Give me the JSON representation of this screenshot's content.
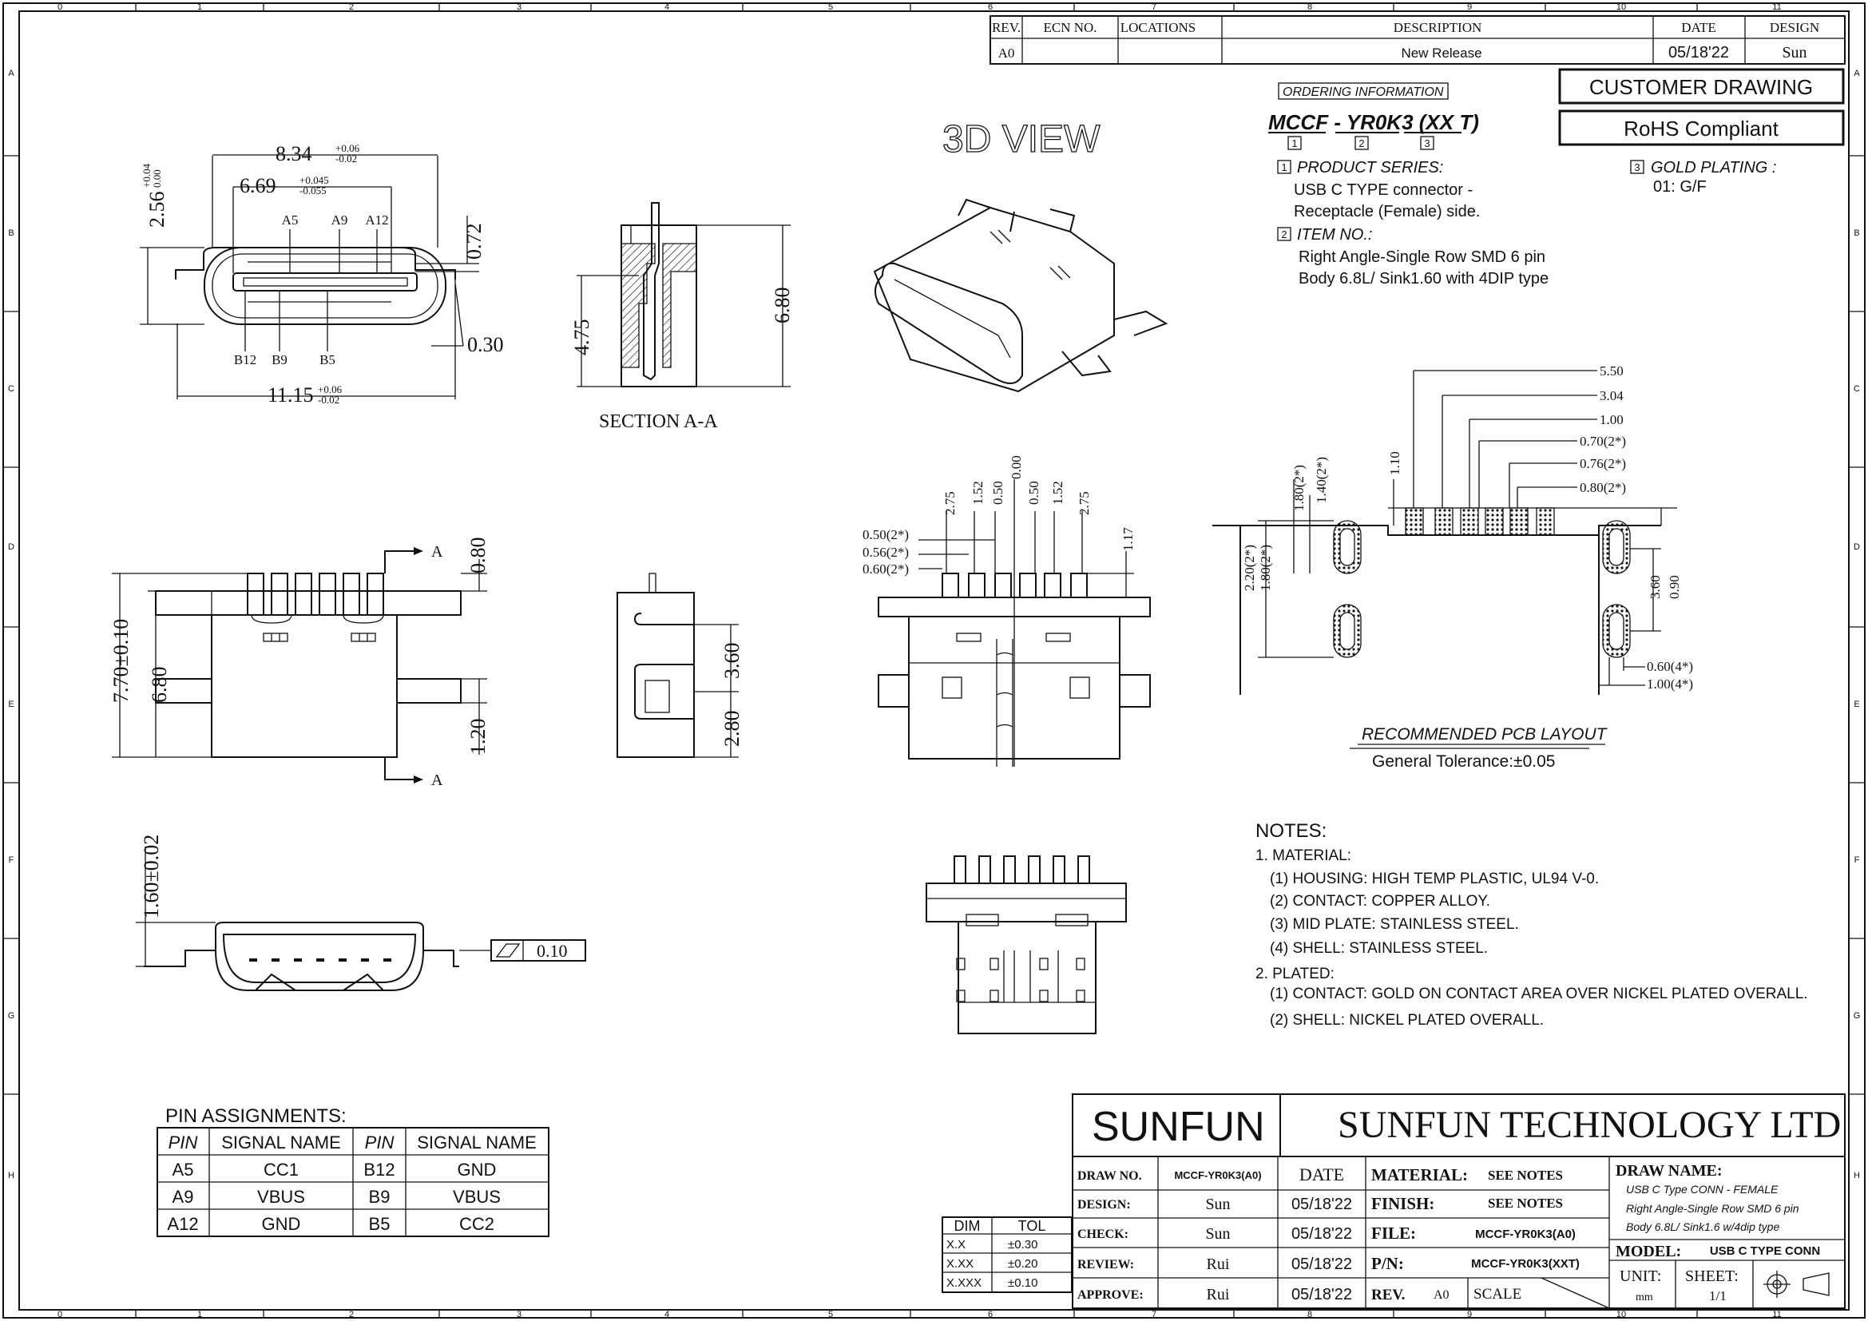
{
  "border": {
    "columns": [
      "0",
      "1",
      "2",
      "3",
      "4",
      "5",
      "6",
      "7",
      "8",
      "9",
      "10",
      "11"
    ],
    "rows": [
      "A",
      "B",
      "C",
      "D",
      "E",
      "F",
      "G",
      "H"
    ]
  },
  "revision_table": {
    "headers": [
      "REV.",
      "ECN NO.",
      "LOCATIONS",
      "DESCRIPTION",
      "DATE",
      "DESIGN"
    ],
    "row": [
      "A0",
      "",
      "",
      "New Release",
      "05/18'22",
      "Sun"
    ]
  },
  "stamps": {
    "customer": "CUSTOMER DRAWING",
    "rohs": "RoHS Compliant"
  },
  "ordering": {
    "title": "ORDERING INFORMATION",
    "part_code": "MCCF - YR0K3 (XX T)",
    "markers": [
      "1",
      "2",
      "3"
    ],
    "item1_label": "PRODUCT SERIES:",
    "item1_lines": [
      "USB C TYPE connector -",
      "Receptacle (Female) side."
    ],
    "item2_label": "ITEM NO.:",
    "item2_lines": [
      "Right Angle-Single Row SMD 6 pin",
      "Body 6.8L/ Sink1.60 with 4DIP type"
    ],
    "item3_label": "GOLD PLATING :",
    "item3_lines": [
      "01: G/F"
    ]
  },
  "view_labels": {
    "view3d": "3D VIEW",
    "section": "SECTION  A-A",
    "pcb_title": "RECOMMENDED PCB LAYOUT",
    "tolerance": "General Tolerance:±0.05",
    "section_marker": "A"
  },
  "dims": {
    "front": {
      "w1": "8.34",
      "w1_tol_up": "+0.06",
      "w1_tol_dn": "-0.02",
      "w2": "6.69",
      "w2_tol_up": "+0.045",
      "w2_tol_dn": "-0.055",
      "h": "2.56",
      "h_tol_up": "+0.04",
      "h_tol_dn": "0.00",
      "t1": "0.72",
      "t2": "0.30",
      "w3": "11.15",
      "w3_tol_up": "+0.06",
      "w3_tol_dn": "-0.02",
      "pins_top": [
        "A5",
        "A9",
        "A12"
      ],
      "pins_bottom": [
        "B12",
        "B9",
        "B5"
      ]
    },
    "section": {
      "d1": "4.75",
      "d2": "6.80"
    },
    "top": {
      "d1": "7.70±0.10",
      "d2": "6.80",
      "d3": "0.80",
      "d4": "1.20"
    },
    "side": {
      "d1": "3.60",
      "d2": "2.80"
    },
    "pin_view": {
      "verticals": [
        "2.75",
        "1.52",
        "0.50",
        "0.00",
        "0.50",
        "1.52",
        "2.75"
      ],
      "left": [
        "0.50(2*)",
        "0.56(2*)",
        "0.60(2*)"
      ],
      "right": "1.17"
    },
    "pcb": {
      "right": [
        "5.50",
        "3.04",
        "1.00",
        "0.70(2*)",
        "0.76(2*)",
        "0.80(2*)"
      ],
      "top": [
        "1.80(2*)",
        "1.40(2*)",
        "1.10"
      ],
      "left": [
        "2.20(2*)",
        "1.80(2*)"
      ],
      "mid": [
        "3.60",
        "0.90"
      ],
      "bottom": [
        "0.60(4*)",
        "1.00(4*)"
      ]
    },
    "height": {
      "d1": "1.60±0.02",
      "flat": "0.10"
    }
  },
  "notes": {
    "title": "NOTES:",
    "items": [
      "1. MATERIAL:",
      "(1) HOUSING: HIGH TEMP PLASTIC, UL94 V-0.",
      "(2) CONTACT: COPPER ALLOY.",
      "(3) MID PLATE: STAINLESS STEEL.",
      "(4) SHELL: STAINLESS STEEL.",
      "2. PLATED:",
      "(1) CONTACT: GOLD ON CONTACT AREA OVER NICKEL PLATED OVERALL.",
      "(2) SHELL: NICKEL PLATED OVERALL."
    ]
  },
  "pin_table": {
    "title": "PIN ASSIGNMENTS:",
    "headers": [
      "PIN",
      "SIGNAL NAME",
      "PIN",
      "SIGNAL NAME"
    ],
    "rows": [
      [
        "A5",
        "CC1",
        "B12",
        "GND"
      ],
      [
        "A9",
        "VBUS",
        "B9",
        "VBUS"
      ],
      [
        "A12",
        "GND",
        "B5",
        "CC2"
      ]
    ]
  },
  "tol_table": {
    "headers": [
      "DIM",
      "TOL"
    ],
    "rows": [
      [
        "X.X",
        "±0.30"
      ],
      [
        "X.XX",
        "±0.20"
      ],
      [
        "X.XXX",
        "±0.10"
      ]
    ]
  },
  "title_block": {
    "logo": "SUNFUN",
    "company": "SUNFUN TECHNOLOGY LTD",
    "draw_no_label": "DRAW NO.",
    "draw_no": "MCCF-YR0K3(A0)",
    "date_label": "DATE",
    "design_label": "DESIGN:",
    "design": "Sun",
    "design_date": "05/18'22",
    "check_label": "CHECK:",
    "check": "Sun",
    "check_date": "05/18'22",
    "review_label": "REVIEW:",
    "review": "Rui",
    "review_date": "05/18'22",
    "approve_label": "APPROVE:",
    "approve": "Rui",
    "approve_date": "05/18'22",
    "material_label": "MATERIAL:",
    "material": "SEE NOTES",
    "finish_label": "FINISH:",
    "finish": "SEE NOTES",
    "file_label": "FILE:",
    "file": "MCCF-YR0K3(A0)",
    "pn_label": "P/N:",
    "pn": "MCCF-YR0K3(XXT)",
    "rev_label": "REV.",
    "rev": "A0",
    "scale_label": "SCALE",
    "draw_name_label": "DRAW NAME:",
    "draw_name_lines": [
      "USB C Type CONN - FEMALE",
      "Right Angle-Single Row SMD 6 pin",
      "Body 6.8L/ Sink1.6 w/4dip type"
    ],
    "model_label": "MODEL:",
    "model": "USB C TYPE CONN",
    "unit_label": "UNIT:",
    "unit": "mm",
    "sheet_label": "SHEET:",
    "sheet": "1/1"
  }
}
